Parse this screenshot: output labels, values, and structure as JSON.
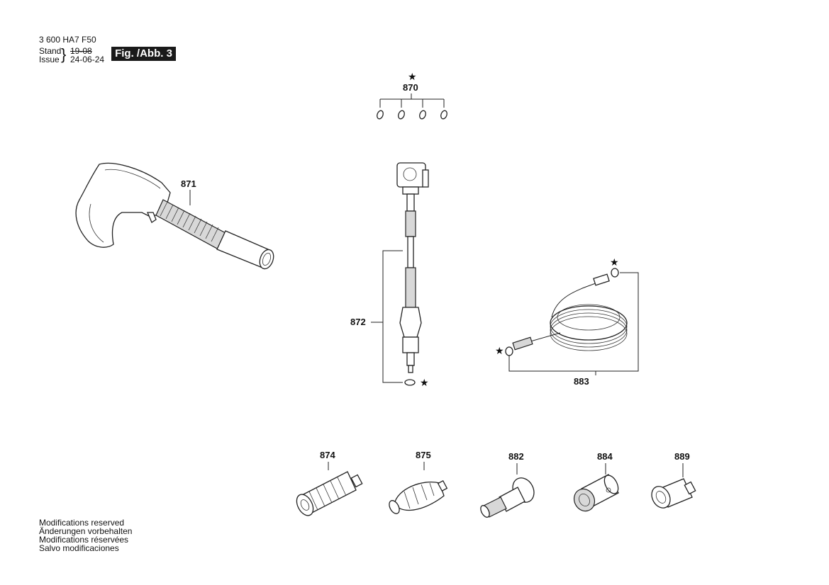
{
  "header": {
    "doc_number": "3 600 HA7 F50",
    "stand_label": "Stand",
    "issue_label": "Issue",
    "stand_value": "19-08",
    "issue_value": "24-06-24",
    "figure_label": "Fig. /Abb. 3"
  },
  "parts": [
    {
      "number": "870",
      "starred": true
    },
    {
      "number": "871",
      "starred": false
    },
    {
      "number": "872",
      "starred": true
    },
    {
      "number": "883",
      "starred": true
    },
    {
      "number": "874",
      "starred": false
    },
    {
      "number": "875",
      "starred": false
    },
    {
      "number": "882",
      "starred": false
    },
    {
      "number": "884",
      "starred": false
    },
    {
      "number": "889",
      "starred": false
    }
  ],
  "star_symbol": "★",
  "notes": [
    "Modifications reserved",
    "Änderungen vorbehalten",
    "Modifications réservées",
    "Salvo modificaciones"
  ]
}
